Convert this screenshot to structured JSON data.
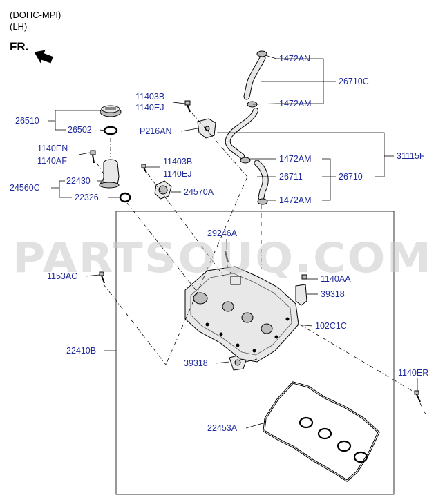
{
  "header": {
    "engine": "(DOHC-MPI)",
    "side": "(LH)",
    "direction": "FR."
  },
  "watermark": "PARTSOUQ.COM",
  "labels": {
    "l_1472AN": "1472AN",
    "l_26710C": "26710C",
    "l_1472AM_1": "1472AM",
    "l_11403B_1": "11403B",
    "l_1140EJ_1": "1140EJ",
    "l_P216AN": "P216AN",
    "l_26510": "26510",
    "l_26502": "26502",
    "l_1472AM_2": "1472AM",
    "l_31115F": "31115F",
    "l_1140EN": "1140EN",
    "l_1140AF": "1140AF",
    "l_11403B_2": "11403B",
    "l_26711": "26711",
    "l_26710": "26710",
    "l_1140EJ_2": "1140EJ",
    "l_24560C": "24560C",
    "l_22430": "22430",
    "l_24570A": "24570A",
    "l_22326": "22326",
    "l_1472AM_3": "1472AM",
    "l_29246A": "29246A",
    "l_1153AC": "1153AC",
    "l_1140AA": "1140AA",
    "l_39318_1": "39318",
    "l_102C1C": "102C1C",
    "l_22410B": "22410B",
    "l_39318_2": "39318",
    "l_1140ER": "1140ER",
    "l_22453A": "22453A"
  },
  "colors": {
    "label": "#1f2a9c",
    "line": "#000000",
    "watermark": "#c9c9c9"
  }
}
